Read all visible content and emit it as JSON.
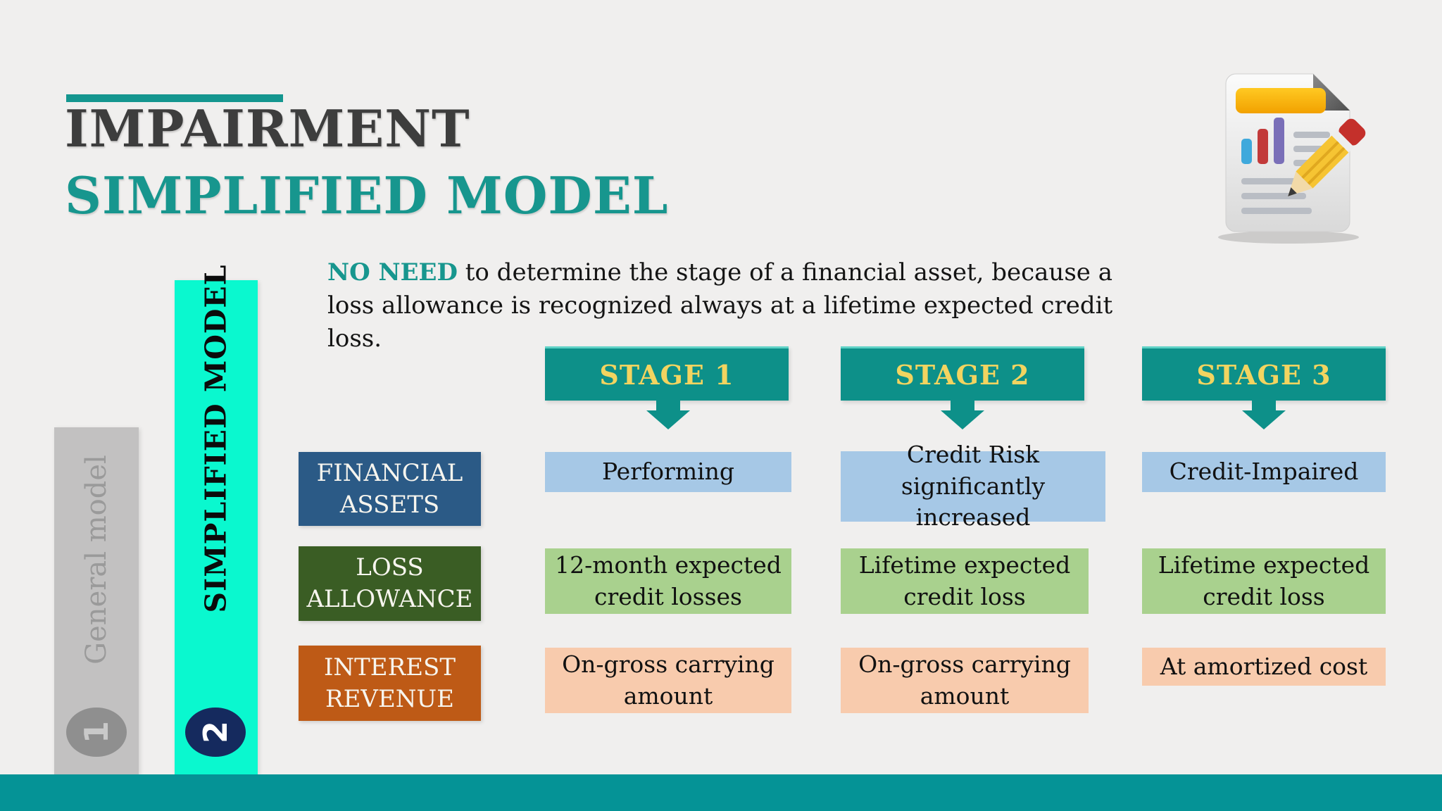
{
  "title": {
    "line1": "IMPAIRMENT",
    "line2": "SIMPLIFIED MODEL"
  },
  "description": {
    "highlight": "NO NEED",
    "rest": " to determine the stage of a financial asset, because a loss allowance is recognized always at a lifetime expected credit loss."
  },
  "models": [
    {
      "label": "General model",
      "number": "1"
    },
    {
      "label": "SIMPLIFIED MODEL",
      "number": "2"
    }
  ],
  "table": {
    "stages": [
      "STAGE 1",
      "STAGE 2",
      "STAGE 3"
    ],
    "row_labels": [
      "FINANCIAL ASSETS",
      "LOSS ALLOWANCE",
      "INTEREST REVENUE"
    ],
    "rows": [
      [
        "Performing",
        "Credit Risk significantly increased",
        "Credit-Impaired"
      ],
      [
        "12-month expected credit losses",
        "Lifetime expected credit loss",
        "Lifetime expected credit loss"
      ],
      [
        "On-gross carrying amount",
        "On-gross carrying amount",
        "At amortized cost"
      ]
    ]
  },
  "icons": {
    "report": "report-with-chart-and-pencil-icon"
  },
  "colors": {
    "background": "#F0EFEE",
    "teal_accent": "#17968E",
    "stage_header_teal": "#0D9089",
    "stage_text_yellow": "#F2D460",
    "bottom_strip_teal": "#059396",
    "cyan_bar": "#0AF8CF",
    "navy_circle": "#152A5E",
    "gray_bar": "#C2C1C1",
    "gray_circle": "#8F8F8F",
    "label_dark_blue": "#2B5A86",
    "label_dark_green": "#3A5D24",
    "label_rust": "#BE5A16",
    "cell_light_blue": "#A6C8E6",
    "cell_light_green": "#A9D18E",
    "cell_peach": "#F8CBAD",
    "title_dark": "#3D3D3D"
  }
}
